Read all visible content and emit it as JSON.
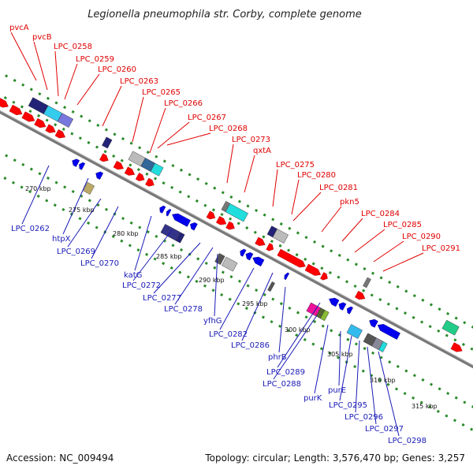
{
  "title": "Legionella pneumophila str. Corby, complete genome",
  "footer": {
    "accession": "Accession: NC_009494",
    "summary": "Topology: circular; Length: 3,576,470 bp; Genes: 3,257"
  },
  "colors": {
    "forward_strand": "#ff0000",
    "reverse_strand": "#0000ee",
    "backbone": "#777777",
    "dotted_track": "#2a8a2a",
    "label_top": "#e00000",
    "label_bottom": "#1a1ab8"
  },
  "top_labels": [
    "pvcA",
    "pvcB",
    "LPC_0258",
    "LPC_0259",
    "LPC_0260",
    "LPC_0263",
    "LPC_0265",
    "LPC_0266",
    "LPC_0267",
    "LPC_0268",
    "LPC_0273",
    "qxtA",
    "LPC_0275",
    "LPC_0280",
    "LPC_0281",
    "pkn5",
    "LPC_0284",
    "LPC_0285",
    "LPC_0290",
    "LPC_0291"
  ],
  "bottom_labels": [
    "LPC_0262",
    "htpX",
    "LPC_0269",
    "LPC_0270",
    "katG",
    "LPC_0272",
    "LPC_0277",
    "LPC_0278",
    "yfhG",
    "LPC_0282",
    "LPC_0286",
    "phrB",
    "LPC_0289",
    "LPC_0288",
    "purK",
    "purE",
    "LPC_0295",
    "LPC_0296",
    "LPC_0297",
    "LPC_0298"
  ],
  "kbp_ticks": [
    "270 kbp",
    "275 kbp",
    "280 kbp",
    "285 kbp",
    "290 kbp",
    "295 kbp",
    "300 kbp",
    "305 kbp",
    "310 kbp",
    "315 kbp"
  ]
}
